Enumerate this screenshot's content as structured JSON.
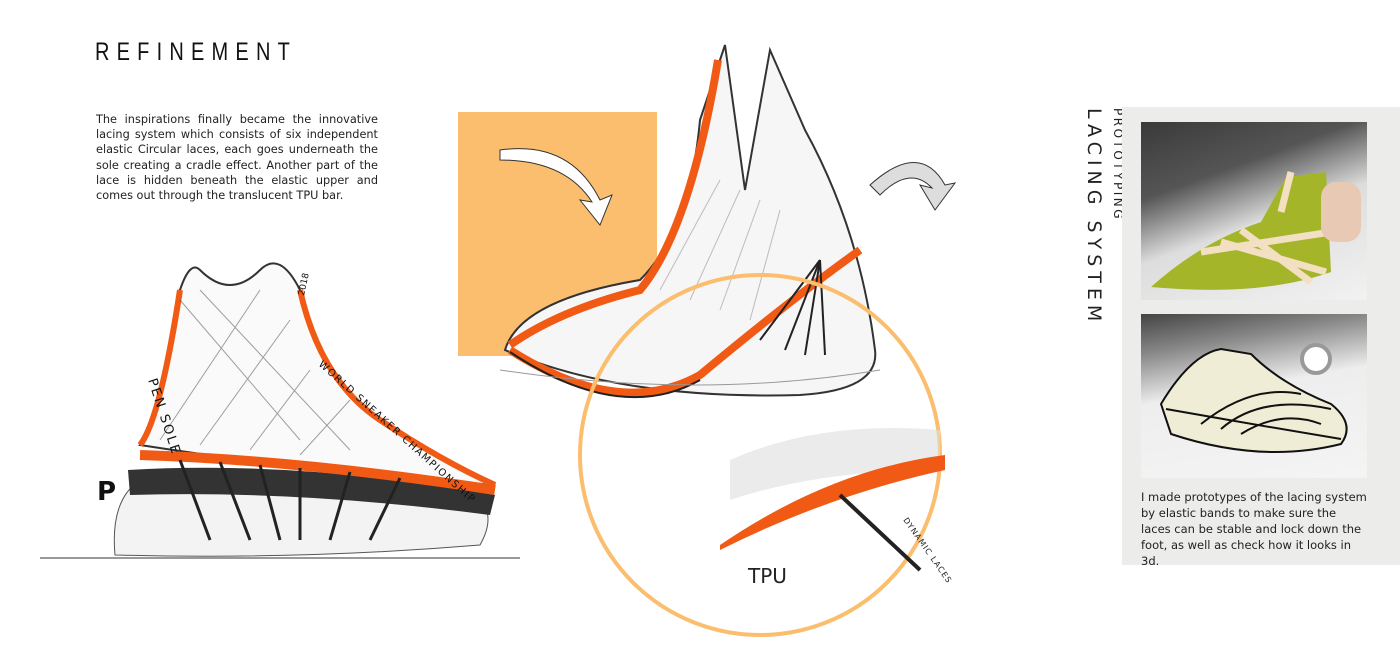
{
  "title": "REFINEMENT",
  "intro": "The inspirations finally became the innovative lacing system which consists of six independent elastic Circular laces, each goes underneath the sole creating a cradle effect. Another part of the lace is hidden beneath the elastic upper and comes out through the translucent TPU bar.",
  "sketch_labels": {
    "pen_sole": "PEN SOLE",
    "championship": "WORLD SNEAKER CHAMPIONSHIP",
    "year": "2018",
    "logo": "P",
    "tpu": "TPU",
    "dynamic_laces": "DYNAMIC LACES"
  },
  "side": {
    "subtitle": "PROTOTYPING",
    "heading": "LACING SYSTEM",
    "caption": "I made prototypes of the lacing system by elastic bands to make sure the laces can be stable and lock down the foot, as well as check how it looks in 3d."
  },
  "colors": {
    "accent": "#fbbd6e",
    "orange": "#f05a14",
    "panel": "#ececea"
  }
}
